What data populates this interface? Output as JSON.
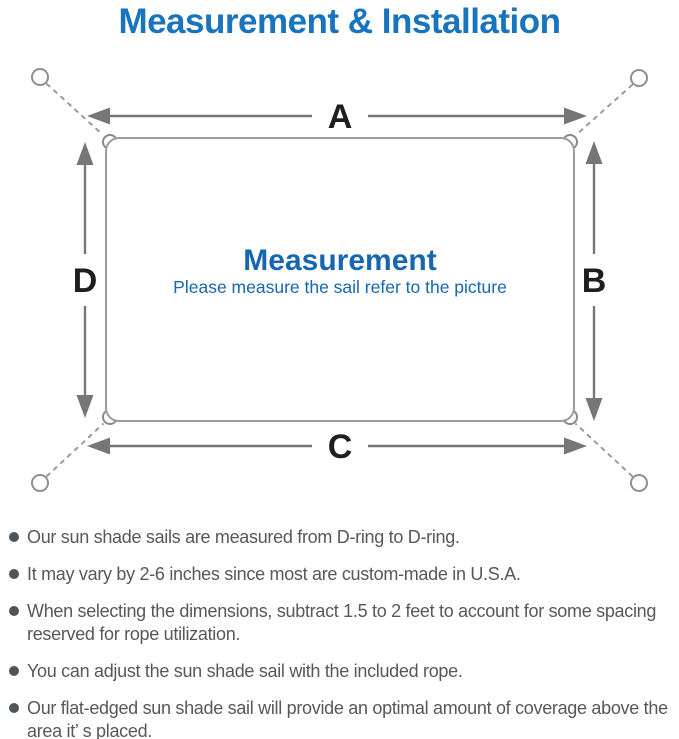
{
  "title": "Measurement & Installation",
  "diagram": {
    "labels": {
      "a": "A",
      "b": "B",
      "c": "C",
      "d": "D"
    },
    "center": {
      "title": "Measurement",
      "subtitle": "Please measure the sail refer to the picture"
    }
  },
  "notes": {
    "items": [
      "Our sun shade sails are measured from D-ring to D-ring.",
      "It may vary by 2-6 inches since most are custom-made in U.S.A.",
      "When selecting the dimensions, subtract 1.5 to 2 feet to account for some spacing reserved for rope utilization.",
      "You can adjust the sun shade sail with the included rope.",
      "Our flat-edged sun shade sail will provide an optimal amount of coverage above the area it’ s placed."
    ]
  },
  "colors": {
    "title_blue": "#1874bd",
    "center_blue": "#1767b0",
    "line_gray": "#8f8f8f",
    "arrow_gray": "#767676",
    "text_gray": "#55585c",
    "label_black": "#1e1e1e"
  }
}
